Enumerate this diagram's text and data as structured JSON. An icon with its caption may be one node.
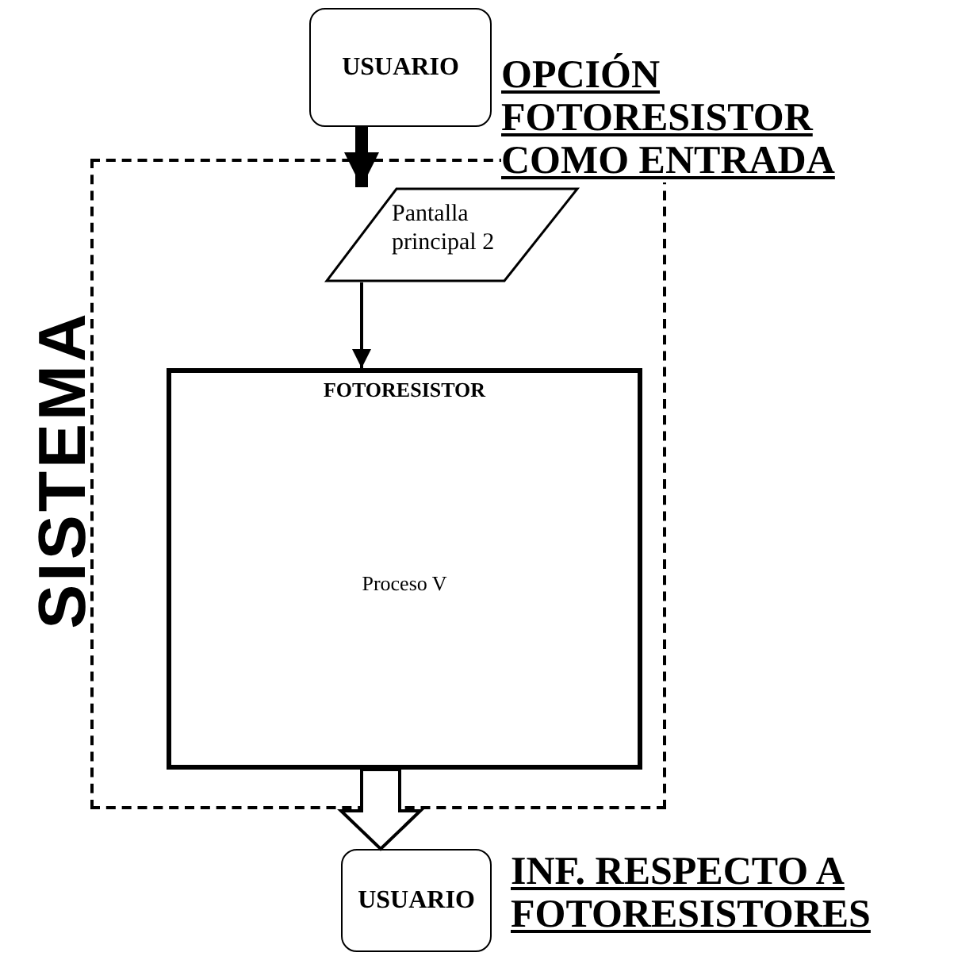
{
  "diagram": {
    "nodes": [
      {
        "text": [
          "USUARIO"
        ]
      },
      {
        "text": [
          "SISTEMA"
        ]
      },
      {
        "text": [
          "Pantalla principal 2"
        ],
        "in": 1
      },
      {
        "text": [
          "FOTORESISTOR",
          "Proceso V"
        ],
        "in": 1
      },
      {
        "text": [
          "USUARIO"
        ]
      }
    ],
    "edges": [
      {
        "from": 0,
        "to": 2,
        "arrow": "to",
        "style": "thick",
        "label": "OPCIÓN FOTORESISTOR COMO ENTRADA"
      },
      {
        "from": 2,
        "to": 3,
        "arrow": "to"
      },
      {
        "from": 3,
        "to": 4,
        "arrow": "to",
        "style": "thick",
        "label": "INF. RESPECTO A FOTORESISTORES"
      }
    ]
  }
}
